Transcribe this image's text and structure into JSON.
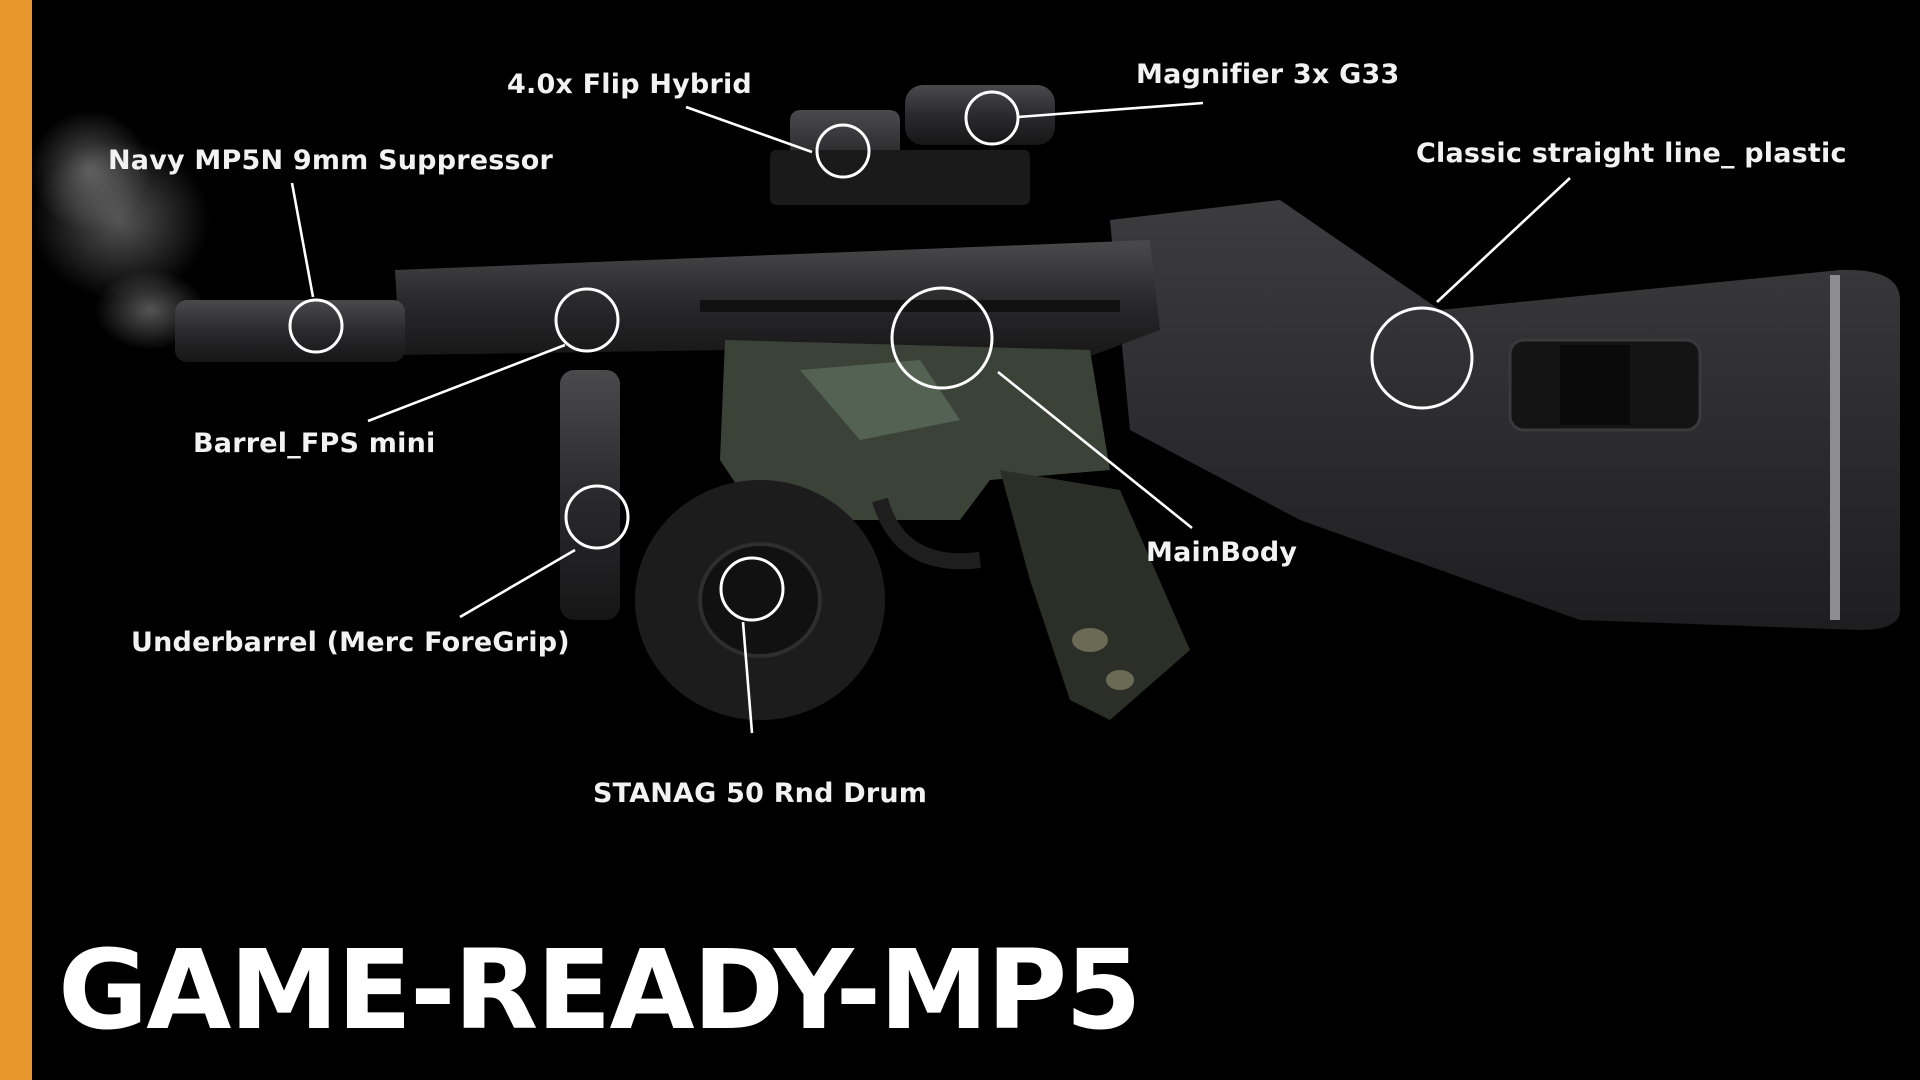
{
  "title": "GAME-READY-MP5",
  "colors": {
    "accent_bar": "#E8962E",
    "background": "#000000",
    "label_text": "#F2F2F2",
    "callout_line": "#FFFFFF"
  },
  "callouts": [
    {
      "id": "suppressor",
      "label": "Navy MP5N 9mm Suppressor"
    },
    {
      "id": "optic",
      "label": "4.0x Flip Hybrid"
    },
    {
      "id": "magnifier",
      "label": "Magnifier 3x G33"
    },
    {
      "id": "stock",
      "label": "Classic straight line_ plastic"
    },
    {
      "id": "barrel",
      "label": "Barrel_FPS mini"
    },
    {
      "id": "mainbody",
      "label": "MainBody"
    },
    {
      "id": "underbarrel",
      "label": "Underbarrel (Merc ForeGrip)"
    },
    {
      "id": "magazine",
      "label": "STANAG 50 Rnd Drum"
    }
  ]
}
